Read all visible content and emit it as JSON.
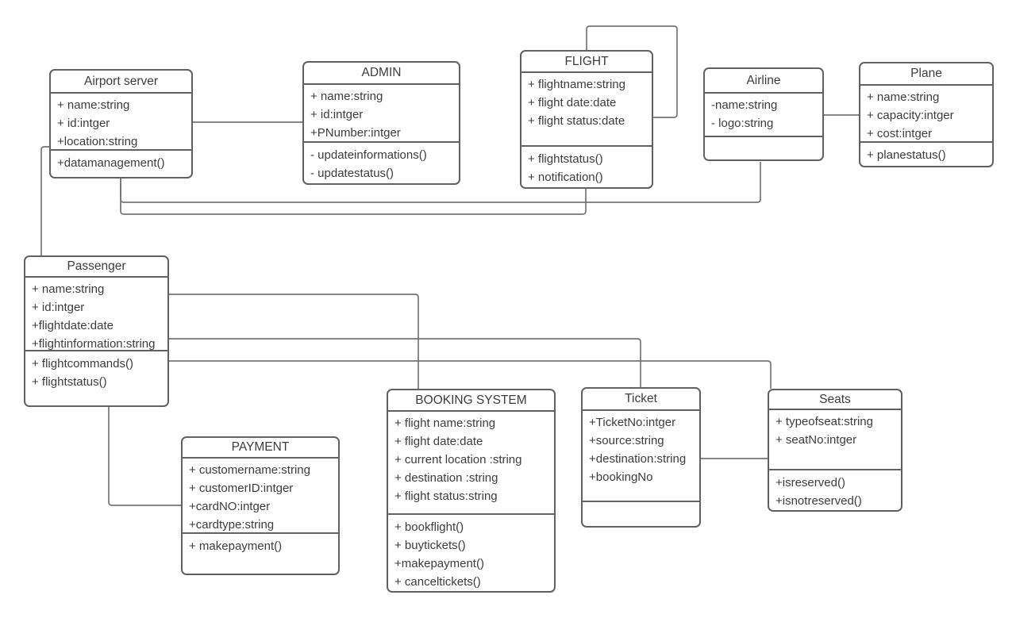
{
  "colors": {
    "background": "#ffffff",
    "box_border": "#616161",
    "connector": "#757575",
    "text": "#3d3d3d"
  },
  "classes": [
    {
      "name": "Airport server",
      "attributes": [
        "+ name:string",
        "+ id:intger",
        "+location:string"
      ],
      "methods": [
        "+datamanagement()"
      ]
    },
    {
      "name": "ADMIN",
      "attributes": [
        "+ name:string",
        "+ id:intger",
        "+PNumber:intger"
      ],
      "methods": [
        "- updateinformations()",
        "- updatestatus()"
      ]
    },
    {
      "name": "FLIGHT",
      "attributes": [
        "+ flightname:string",
        "+ flight date:date",
        "+ flight status:date"
      ],
      "methods": [
        "+ flightstatus()",
        "+ notification()"
      ]
    },
    {
      "name": "Airline",
      "attributes": [
        "-name:string",
        "- logo:string"
      ],
      "methods": []
    },
    {
      "name": "Plane",
      "attributes": [
        "+ name:string",
        "+ capacity:intger",
        "+ cost:intger"
      ],
      "methods": [
        "+ planestatus()"
      ]
    },
    {
      "name": "Passenger",
      "attributes": [
        "+ name:string",
        "+ id:intger",
        "+flightdate:date",
        "+flightinformation:string"
      ],
      "methods": [
        "+ flightcommands()",
        "+ flightstatus()"
      ]
    },
    {
      "name": "PAYMENT",
      "attributes": [
        "+ customername:string",
        "+ customerID:intger",
        "+cardNO:intger",
        "+cardtype:string"
      ],
      "methods": [
        "+ makepayment()"
      ]
    },
    {
      "name": "BOOKING SYSTEM",
      "attributes": [
        "+ flight name:string",
        "+ flight date:date",
        "+ current location :string",
        "+ destination :string",
        "+ flight status:string"
      ],
      "methods": [
        "+ bookflight()",
        "+ buytickets()",
        "+makepayment()",
        "+ canceltickets()"
      ]
    },
    {
      "name": "Ticket",
      "attributes": [
        "+TicketNo:intger",
        "+source:string",
        "+destination:string",
        "+bookingNo"
      ],
      "methods": []
    },
    {
      "name": "Seats",
      "attributes": [
        "+ typeofseat:string",
        "+ seatNo:intger"
      ],
      "methods": [
        "+isreserved()",
        "+isnotreserved()"
      ]
    }
  ],
  "connections": [
    {
      "from": "Airport server",
      "to": "ADMIN"
    },
    {
      "from": "Airport server",
      "to": "Passenger"
    },
    {
      "from": "Airport server",
      "to": "Airline"
    },
    {
      "from": "Airport server",
      "to": "FLIGHT"
    },
    {
      "from": "FLIGHT",
      "to": "FLIGHT"
    },
    {
      "from": "Airline",
      "to": "Plane"
    },
    {
      "from": "Passenger",
      "to": "BOOKING SYSTEM"
    },
    {
      "from": "Passenger",
      "to": "Ticket"
    },
    {
      "from": "Passenger",
      "to": "Seats"
    },
    {
      "from": "Passenger",
      "to": "PAYMENT"
    },
    {
      "from": "Ticket",
      "to": "Seats"
    }
  ]
}
